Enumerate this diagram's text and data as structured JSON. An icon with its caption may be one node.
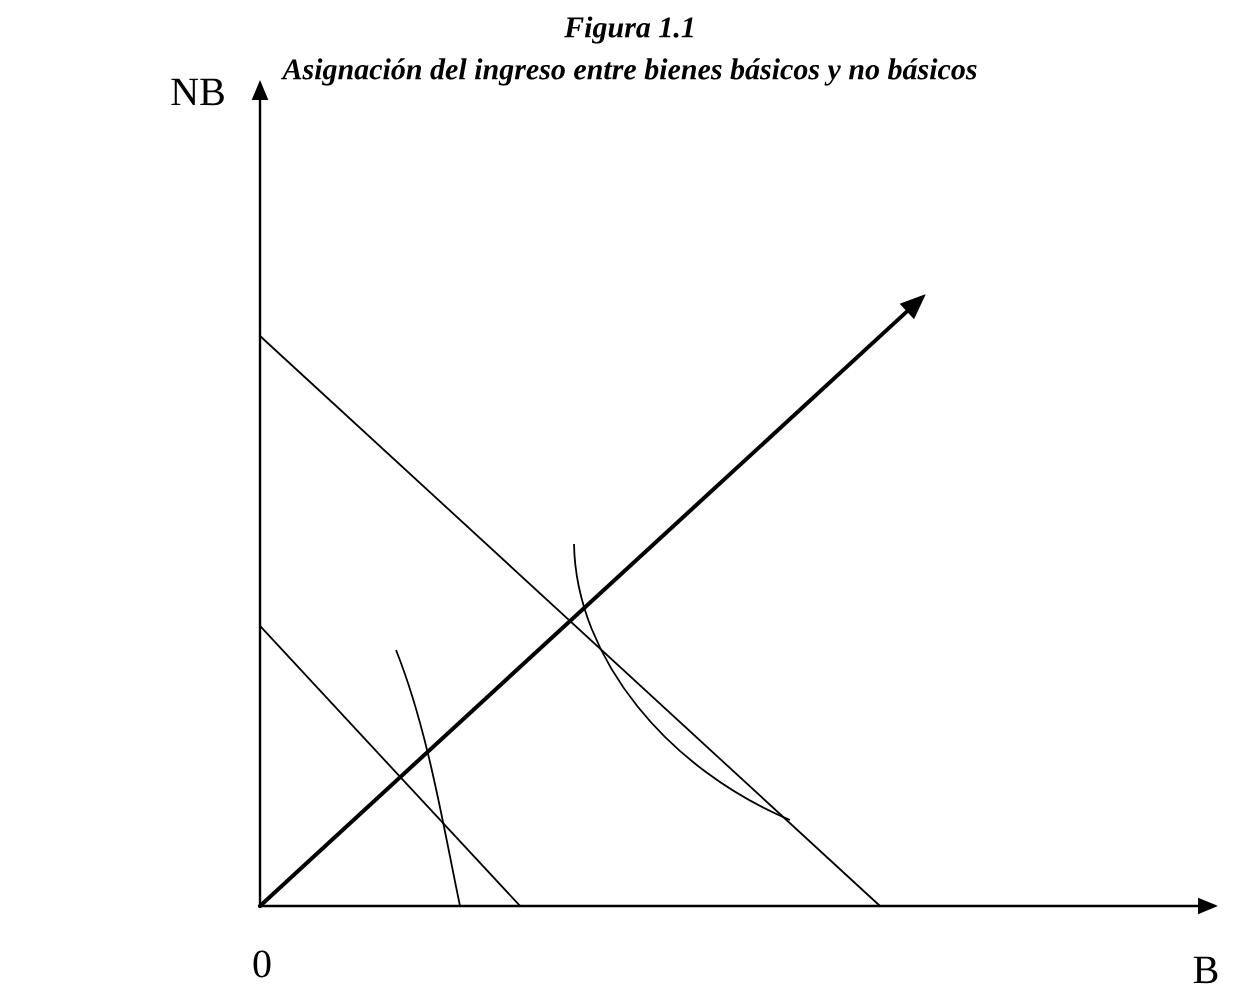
{
  "diagram": {
    "title": "Figura 1.1",
    "caption": "Asignación del ingreso entre bienes básicos y no básicos",
    "labels": [
      "NB",
      "0",
      "B"
    ]
  }
}
